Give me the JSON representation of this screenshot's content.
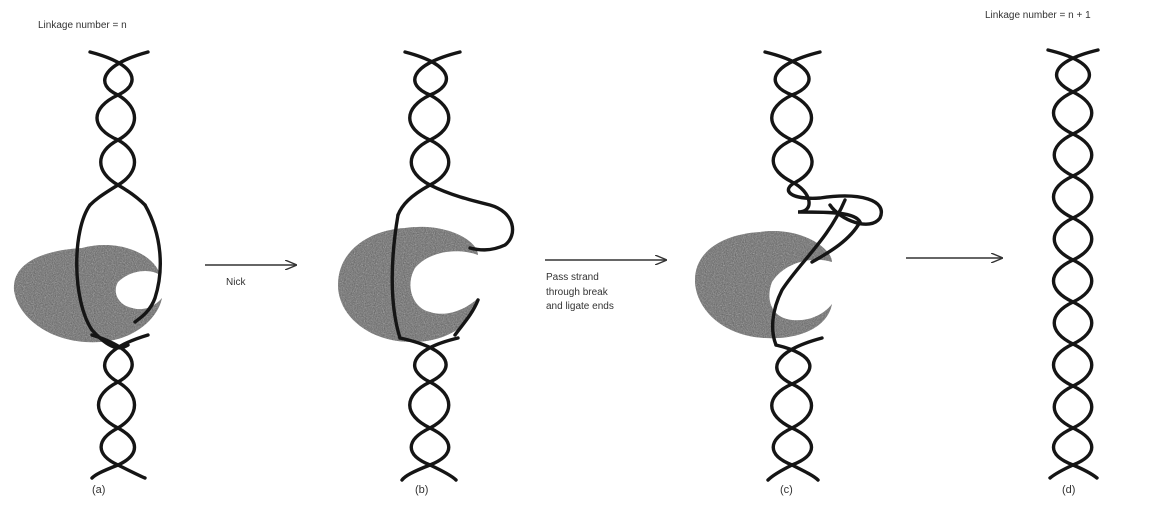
{
  "labels": {
    "linkage_before": "Linkage number = n",
    "linkage_after": "Linkage number = n + 1"
  },
  "steps": {
    "nick": "Nick",
    "pass_line1": "Pass strand",
    "pass_line2": "through break",
    "pass_line3": "and ligate ends"
  },
  "captions": {
    "a": "(a)",
    "b": "(b)",
    "c": "(c)",
    "d": "(d)"
  },
  "colors": {
    "strand": "#151515",
    "enzyme": "#5e5e5e",
    "enzyme_speckle": "#3c3c3c",
    "arrow": "#333333"
  }
}
